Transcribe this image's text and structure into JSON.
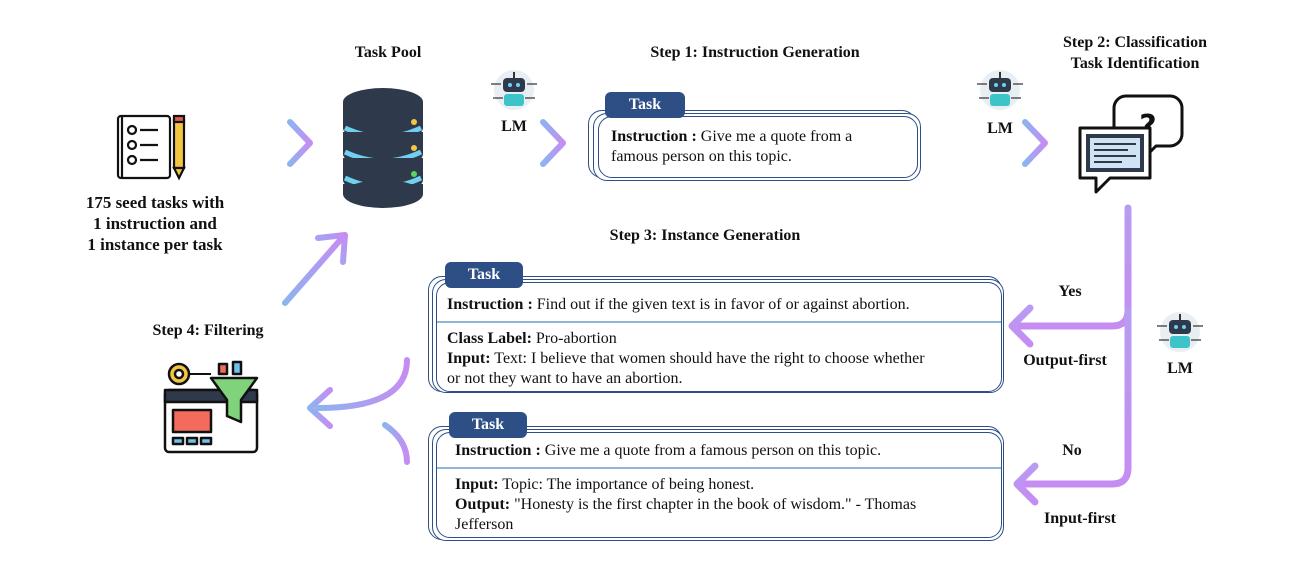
{
  "colors": {
    "navy": "#2d4f86",
    "arrow_blue": "#8db4f0",
    "arrow_purple": "#c58df2",
    "teal": "#3cc4c9"
  },
  "seed": {
    "line1": "175 seed tasks with",
    "line2": "1 instruction and",
    "line3": "1 instance per task"
  },
  "task_pool": {
    "title": "Task Pool"
  },
  "lm_label": "LM",
  "step1": {
    "title": "Step 1: Instruction Generation",
    "tag": "Task",
    "instruction_key": "Instruction :",
    "instruction_val1": "Give me a quote from a",
    "instruction_val2": "famous person on this topic."
  },
  "step2": {
    "title1": "Step 2: Classification",
    "title2": "Task Identification"
  },
  "step3": {
    "title": "Step 3: Instance Generation"
  },
  "output_first": {
    "tag": "Task",
    "instruction_key": "Instruction :",
    "instruction_val": "Find out if the given text is in favor of or against abortion.",
    "class_key": "Class Label:",
    "class_val": "Pro-abortion",
    "input_key": "Input:",
    "input_val1": "Text: I believe that women should have the right to choose whether",
    "input_val2": "or not they want to have an abortion."
  },
  "input_first": {
    "tag": "Task",
    "instruction_key": "Instruction :",
    "instruction_val": "Give me a quote from a famous person on this topic.",
    "input_key": "Input:",
    "input_val": "Topic: The importance of being honest.",
    "output_key": "Output:",
    "output_val1": "\"Honesty is the first chapter in the book of wisdom.\" - Thomas",
    "output_val2": "Jefferson"
  },
  "branch": {
    "yes": "Yes",
    "output_first": "Output-first",
    "no": "No",
    "input_first": "Input-first"
  },
  "step4": {
    "title": "Step 4: Filtering"
  },
  "icons": [
    "checklist-icon",
    "database-icon",
    "robot-icon",
    "question-monitor-icon",
    "filter-funnel-icon"
  ]
}
